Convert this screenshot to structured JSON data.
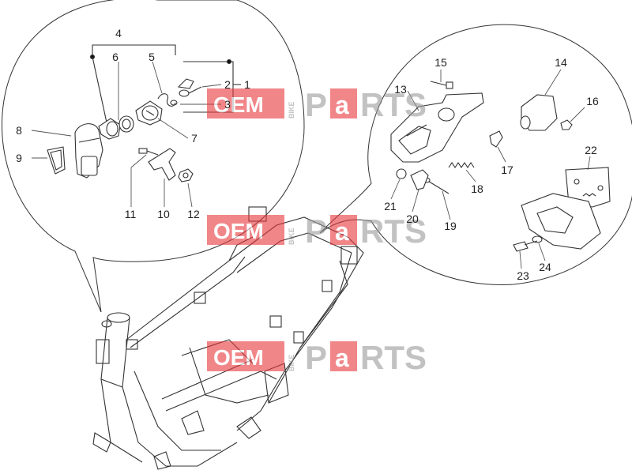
{
  "watermark": {
    "brand_left": "OEM",
    "brand_small": "BIKE",
    "brand_right_p": "P",
    "brand_right_a": "a",
    "brand_right_rest": "RTS",
    "color_red": "#e8373c",
    "color_grey": "#9a9a9a"
  },
  "callouts": {
    "c1": "1",
    "c2": "2",
    "c3": "3",
    "c4": "4",
    "c5": "5",
    "c6": "6",
    "c7": "7",
    "c8": "8",
    "c9": "9",
    "c10": "10",
    "c11": "11",
    "c12": "12",
    "c13": "13",
    "c14": "14",
    "c15": "15",
    "c16": "16",
    "c17": "17",
    "c18": "18",
    "c19": "19",
    "c20": "20",
    "c21": "21",
    "c22": "22",
    "c23": "23",
    "c24": "24"
  }
}
